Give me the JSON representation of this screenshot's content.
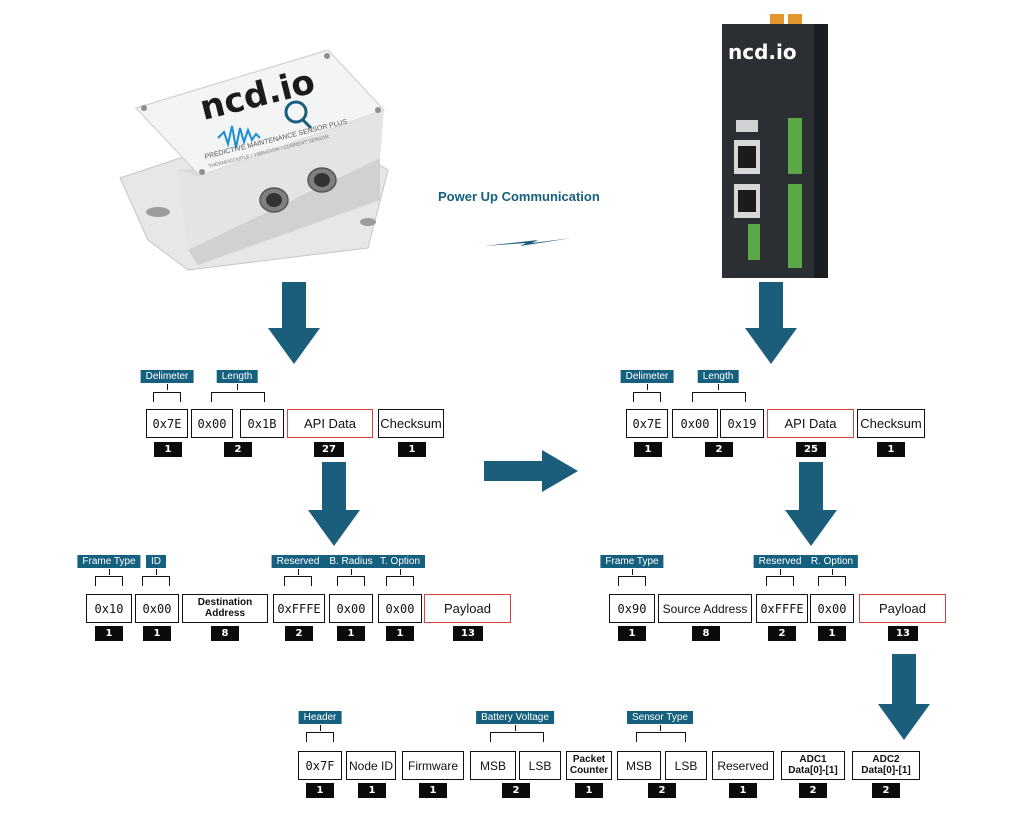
{
  "title": "Power Up Communication",
  "sensor_device": {
    "logo": "ncd.io",
    "product_line": "PREDICTIVE MAINTENANCE SENSOR PLUS",
    "subline": "THERMOCOUPLE / VIBRATION / CURRENT SENSOR"
  },
  "gateway_device": {
    "logo": "ncd.io"
  },
  "left_frame": {
    "labels": {
      "delimiter": "Delimeter",
      "length": "Length"
    },
    "fields": [
      {
        "text": "0x7E",
        "count": "1"
      },
      {
        "text": "0x00",
        "count": ""
      },
      {
        "text": "0x1B",
        "count": "2"
      },
      {
        "text": "API Data",
        "count": "27"
      },
      {
        "text": "Checksum",
        "count": "1"
      }
    ]
  },
  "right_frame": {
    "labels": {
      "delimiter": "Delimeter",
      "length": "Length"
    },
    "fields": [
      {
        "text": "0x7E",
        "count": "1"
      },
      {
        "text": "0x00",
        "count": ""
      },
      {
        "text": "0x19",
        "count": "2"
      },
      {
        "text": "API Data",
        "count": "25"
      },
      {
        "text": "Checksum",
        "count": "1"
      }
    ]
  },
  "left_api": {
    "labels": {
      "frame_type": "Frame Type",
      "id": "ID",
      "reserved": "Reserved",
      "b_radius": "B. Radius",
      "t_option": "T. Option"
    },
    "fields": [
      {
        "text": "0x10",
        "count": "1"
      },
      {
        "text": "0x00",
        "count": "1"
      },
      {
        "text": "Destination Address",
        "count": "8"
      },
      {
        "text": "0xFFFE",
        "count": "2"
      },
      {
        "text": "0x00",
        "count": "1"
      },
      {
        "text": "0x00",
        "count": "1"
      },
      {
        "text": "Payload",
        "count": "13"
      }
    ]
  },
  "right_api": {
    "labels": {
      "frame_type": "Frame Type",
      "reserved": "Reserved",
      "r_option": "R. Option"
    },
    "fields": [
      {
        "text": "0x90",
        "count": "1"
      },
      {
        "text": "Source Address",
        "count": "8"
      },
      {
        "text": "0xFFFE",
        "count": "2"
      },
      {
        "text": "0x00",
        "count": "1"
      },
      {
        "text": "Payload",
        "count": "13"
      }
    ]
  },
  "payload": {
    "labels": {
      "header": "Header",
      "battery_voltage": "Battery Voltage",
      "sensor_type": "Sensor Type"
    },
    "fields": [
      {
        "text": "0x7F",
        "count": "1"
      },
      {
        "text": "Node ID",
        "count": "1"
      },
      {
        "text": "Firmware",
        "count": "1"
      },
      {
        "text": "MSB",
        "count": ""
      },
      {
        "text": "LSB",
        "count": "2"
      },
      {
        "text": "Packet Counter",
        "count": "1"
      },
      {
        "text": "MSB",
        "count": ""
      },
      {
        "text": "LSB",
        "count": "2"
      },
      {
        "text": "Reserved",
        "count": "1"
      },
      {
        "text": "ADC1 Data[0]-[1]",
        "count": "2"
      },
      {
        "text": "ADC2 Data[0]-[1]",
        "count": "2"
      }
    ]
  },
  "colors": {
    "accent": "#15607f",
    "arrow": "#1a5e7c",
    "highlight_border": "#d9423f",
    "gateway_body": "#2b2f33",
    "terminal_green": "#5aa847"
  }
}
